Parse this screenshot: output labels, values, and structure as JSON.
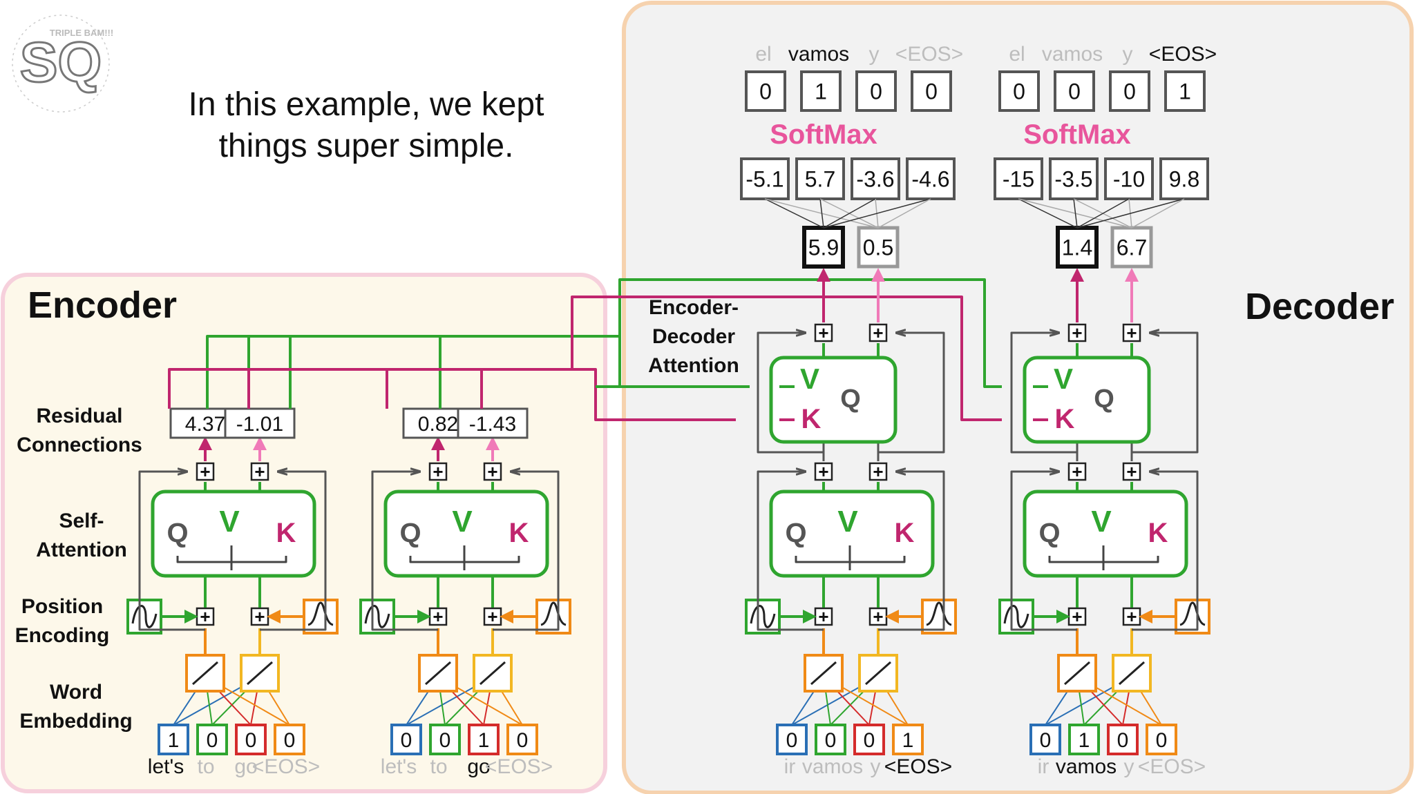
{
  "caption_lines": [
    "In this example, we kept",
    "things super simple."
  ],
  "logo": {
    "text": "SQ",
    "sub": "TRIPLE BAM!!!"
  },
  "encoder": {
    "title": "Encoder",
    "labels": {
      "residual": [
        "Residual",
        "Connections"
      ],
      "self_attention": [
        "Self-",
        "Attention"
      ],
      "position_encoding": [
        "Position",
        "Encoding"
      ],
      "word_embedding": [
        "Word",
        "Embedding"
      ]
    },
    "tokens": [
      "let's",
      "to",
      "go",
      "<EOS>"
    ],
    "columns": [
      {
        "onehot": [
          "1",
          "0",
          "0",
          "0"
        ],
        "active_word": 0,
        "residuals": [
          "4.37",
          "-1.01"
        ]
      },
      {
        "onehot": [
          "0",
          "0",
          "1",
          "0"
        ],
        "active_word": 2,
        "residuals": [
          "0.82",
          "-1.43"
        ]
      }
    ]
  },
  "decoder": {
    "title": "Decoder",
    "labels": {
      "enc_dec_attention": [
        "Encoder-",
        "Decoder",
        "Attention"
      ]
    },
    "input_tokens": [
      "ir",
      "vamos",
      "y",
      "<EOS>"
    ],
    "output_tokens": [
      "el",
      "vamos",
      "y",
      "<EOS>"
    ],
    "softmax_label": "SoftMax",
    "columns": [
      {
        "onehot": [
          "0",
          "0",
          "0",
          "1"
        ],
        "active_word": 3,
        "features": [
          "5.9",
          "0.5"
        ],
        "logits": [
          "-5.1",
          "5.7",
          "-3.6",
          "-4.6"
        ],
        "softmax_out": [
          "0",
          "1",
          "0",
          "0"
        ],
        "active_output": 1
      },
      {
        "onehot": [
          "0",
          "1",
          "0",
          "0"
        ],
        "active_word": 1,
        "features": [
          "1.4",
          "6.7"
        ],
        "logits": [
          "-15",
          "-3.5",
          "-10",
          "9.8"
        ],
        "softmax_out": [
          "0",
          "0",
          "0",
          "1"
        ],
        "active_output": 3
      }
    ]
  },
  "symbols": {
    "plus": "+",
    "query": "Q",
    "value": "V",
    "key": "K"
  },
  "colors": {
    "green": "#2fa52f",
    "magenta": "#c0266e",
    "pink": "#f07ab8",
    "orange": "#f08a16",
    "yellow": "#f2b722",
    "blue": "#2a6fb5",
    "red": "#d42b2b",
    "gray": "#555555",
    "softmax": "#e8559c",
    "encoder_bg": "#fdf8ea",
    "encoder_border": "#f6d0dc",
    "decoder_bg": "#f2f2f2",
    "decoder_border": "#f6d2ae"
  }
}
